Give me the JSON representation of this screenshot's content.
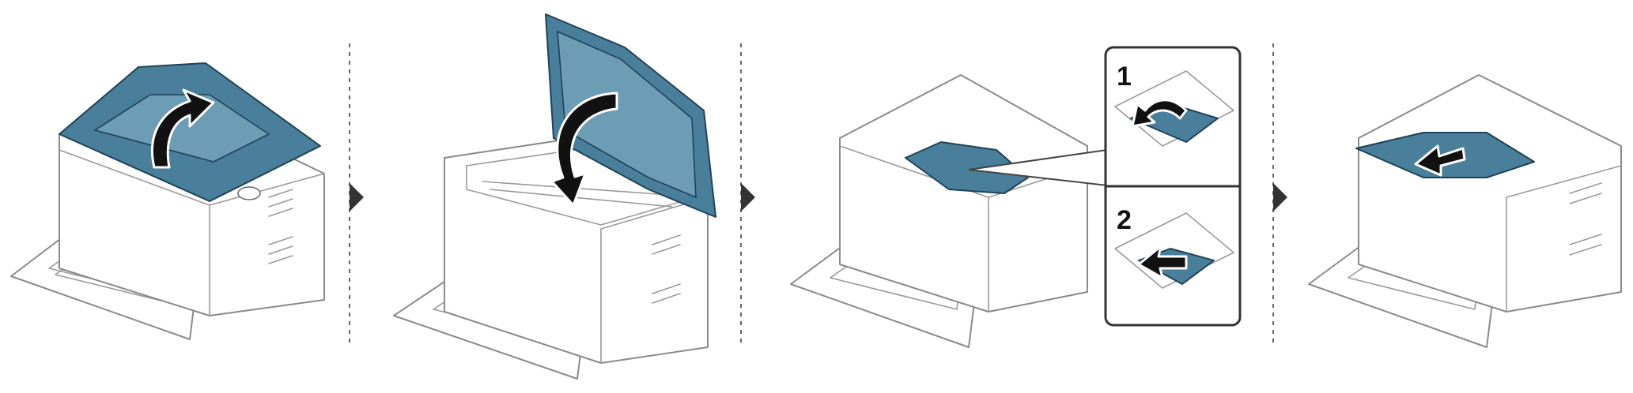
{
  "panels": [
    {
      "id": "step-open-cover"
    },
    {
      "id": "step-close-cover"
    },
    {
      "id": "step-remove-paper-inset"
    },
    {
      "id": "step-pull-paper"
    }
  ],
  "inset": {
    "items": [
      {
        "number": "1"
      },
      {
        "number": "2"
      }
    ]
  },
  "colors": {
    "highlight": "#4a7f9c",
    "highlight_dark": "#1f4257",
    "outline": "#8a8a8a",
    "arrow": "#111111",
    "separator": "#666666"
  },
  "icons": [
    "curved-arrow-icon",
    "chevron-right-icon",
    "paper-sheet-icon"
  ]
}
